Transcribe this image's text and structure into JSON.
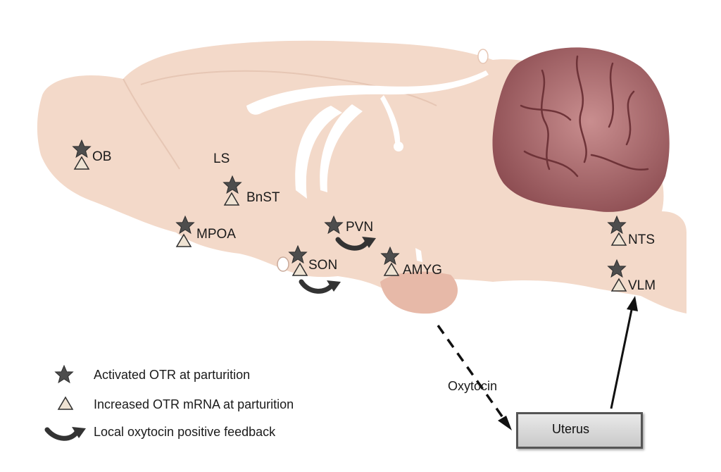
{
  "colors": {
    "brain_tissue": "#f3d9c9",
    "cerebellum": "#9c5a5e",
    "star": "#4d4d4d",
    "triangle_fill": "#efe3d3"
  },
  "regions": {
    "ob": "OB",
    "ls": "LS",
    "bnst": "BnST",
    "mpoa": "MPOA",
    "pvn": "PVN",
    "son": "SON",
    "amyg": "AMYG",
    "nts": "NTS",
    "vlm": "VLM"
  },
  "pathway": {
    "hormone": "Oxytocin",
    "organ": "Uterus"
  },
  "legend": {
    "star": "Activated OTR at parturition",
    "triangle": "Increased OTR mRNA at parturition",
    "arrow": "Local oxytocin positive feedback"
  }
}
